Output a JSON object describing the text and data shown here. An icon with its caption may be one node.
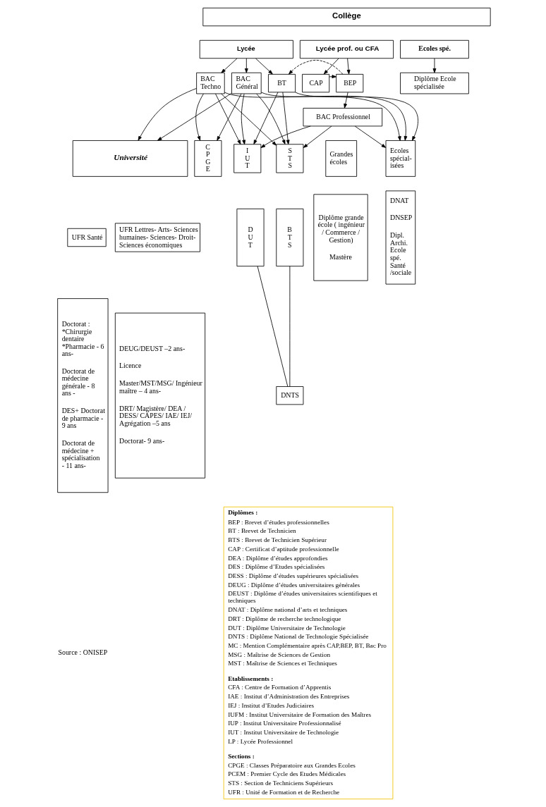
{
  "diagram": {
    "nodes": [
      {
        "text": [
          "Collège"
        ]
      },
      {
        "text": [
          "Lycée"
        ]
      },
      {
        "text": [
          "Lycée prof. ou CFA"
        ]
      },
      {
        "text": [
          "Ecoles spé."
        ]
      },
      {
        "text": [
          "BAC Général"
        ]
      },
      {
        "text": [
          "BAC Techno"
        ]
      },
      {
        "text": [
          "BT"
        ]
      },
      {
        "text": [
          "BEP"
        ]
      },
      {
        "text": [
          "CAP"
        ]
      },
      {
        "text": [
          "BAC Professionnel"
        ]
      },
      {
        "text": [
          "Diplôme Ecole spécialisée"
        ]
      },
      {
        "text": [
          "Université"
        ]
      },
      {
        "text": [
          "Grandes écoles"
        ]
      },
      {
        "text": [
          "C P G E"
        ]
      },
      {
        "text": [
          "I U T"
        ]
      },
      {
        "text": [
          "S T S"
        ]
      },
      {
        "text": [
          "Ecoles spécial- isées"
        ]
      },
      {
        "text": [
          "UFR Santé"
        ]
      },
      {
        "text": [
          "UFR Lettres- Arts- Sciences humaines- Sciences- Droit- Sciences économiques"
        ]
      },
      {
        "text": [
          "Doctorat : *Chirurgie dentaire *Pharmacie - 6 ans-",
          "Doctorat de médecine générale - 8 ans -",
          "DES+ Doctorat de pharmacie - 9 ans",
          "Doctorat de médecine + spécialisation - 11 ans-"
        ]
      },
      {
        "text": [
          "DEUG/DEUST –2 ans-",
          "Licence",
          "Master/MST/MSG/ Ingénieur maître – 4 ans-",
          "DRT/ Magistère/ DEA / DESS/ CAPES/ IAE/ IEJ/ Agrégation –5 ans",
          "Doctorat- 9 ans-"
        ]
      },
      {
        "text": [
          "Diplôme grande école ( ingénieur / Commerce / Gestion)",
          "Mastère"
        ]
      },
      {
        "text": [
          "D U T"
        ]
      },
      {
        "text": [
          "B T S"
        ]
      },
      {
        "text": [
          "DNTS"
        ]
      },
      {
        "text": [
          "DNAT",
          "DNSEP",
          "Dipl. Archi. Ecole spé. Santé /sociale"
        ]
      },
      {
        "text": [
          "Diplômes :",
          "BEP : Brevet d’études professionnelles",
          "BT : Brevet de Technicien",
          "BTS : Brevet de Technicien Supérieur",
          "CAP : Certificat d’aptitude professionnelle",
          "DEA : Diplôme d’études approfondies",
          "DES : Diplôme d’Etudes spécialisées",
          "DESS : Diplôme d’études supérieures spécialisées",
          "DEUG : Diplôme d’études universitaires générales",
          "DEUST : Diplôme d’études universitaires scientifiques et techniques",
          "DNAT : Diplôme national d’arts et techniques",
          "DRT : Diplôme de recherche technologique",
          "DUT : Diplôme Universitaire de Technologie",
          "DNTS : Diplôme National de Technologie Spécialisée",
          "MC : Mention Complémentaire après CAP,BEP, BT, Bac Pro",
          "MSG : Maîtrise de Sciences de Gestion",
          "MST : Maîtrise de Sciences et Techniques",
          "Etablissements :",
          "CFA : Centre de Formation d’Apprentis",
          "IAE : Institut d’Administration des Entreprises",
          "IEJ : Institut d’Etudes Judiciaires",
          "IUFM : Institut Universitaire de Formation des Maîtres",
          "IUP : Institut Universitaire Professionnalisé",
          "IUT : Institut Universitaire de Technologie",
          "LP : Lycée Professionnel",
          "Sections :",
          "CPGE : Classes Préparatoire aux Grandes Ecoles",
          "PCEM : Premier Cycle des Etudes Médicales",
          "STS : Section de Techniciens Supérieurs",
          "UFR : Unité de Formation et de Recherche"
        ]
      }
    ],
    "edges": [
      {
        "from": 1,
        "to": 4,
        "arrow": "to"
      },
      {
        "from": 1,
        "to": 5,
        "arrow": "to"
      },
      {
        "from": 1,
        "to": 6,
        "arrow": "to"
      },
      {
        "from": 2,
        "to": 7,
        "arrow": "to"
      },
      {
        "from": 2,
        "to": 8,
        "arrow": "to"
      },
      {
        "from": 8,
        "to": 7,
        "arrow": "to"
      },
      {
        "from": 7,
        "to": 6,
        "arrow": "to",
        "style": "dashed"
      },
      {
        "from": 7,
        "to": 9,
        "arrow": "to"
      },
      {
        "from": 3,
        "to": 10,
        "arrow": "to"
      },
      {
        "from": 4,
        "to": 11,
        "arrow": "to"
      },
      {
        "from": 4,
        "to": 13,
        "arrow": "to"
      },
      {
        "from": 4,
        "to": 14,
        "arrow": "to"
      },
      {
        "from": 4,
        "to": 15,
        "arrow": "to"
      },
      {
        "from": 4,
        "to": 16,
        "arrow": "to"
      },
      {
        "from": 5,
        "to": 11,
        "arrow": "to"
      },
      {
        "from": 5,
        "to": 13,
        "arrow": "to"
      },
      {
        "from": 5,
        "to": 14,
        "arrow": "to"
      },
      {
        "from": 5,
        "to": 15,
        "arrow": "to"
      },
      {
        "from": 5,
        "to": 16,
        "arrow": "to"
      },
      {
        "from": 6,
        "to": 14,
        "arrow": "to"
      },
      {
        "from": 6,
        "to": 15,
        "arrow": "to"
      },
      {
        "from": 6,
        "to": 16,
        "arrow": "to"
      },
      {
        "from": 9,
        "to": 14,
        "arrow": "to"
      },
      {
        "from": 9,
        "to": 15,
        "arrow": "to"
      },
      {
        "from": 9,
        "to": 16,
        "arrow": "to"
      },
      {
        "from": 22,
        "to": 24,
        "arrow": "none"
      },
      {
        "from": 23,
        "to": 24,
        "arrow": "none"
      }
    ],
    "labels": [
      "Source : ONISEP"
    ]
  }
}
